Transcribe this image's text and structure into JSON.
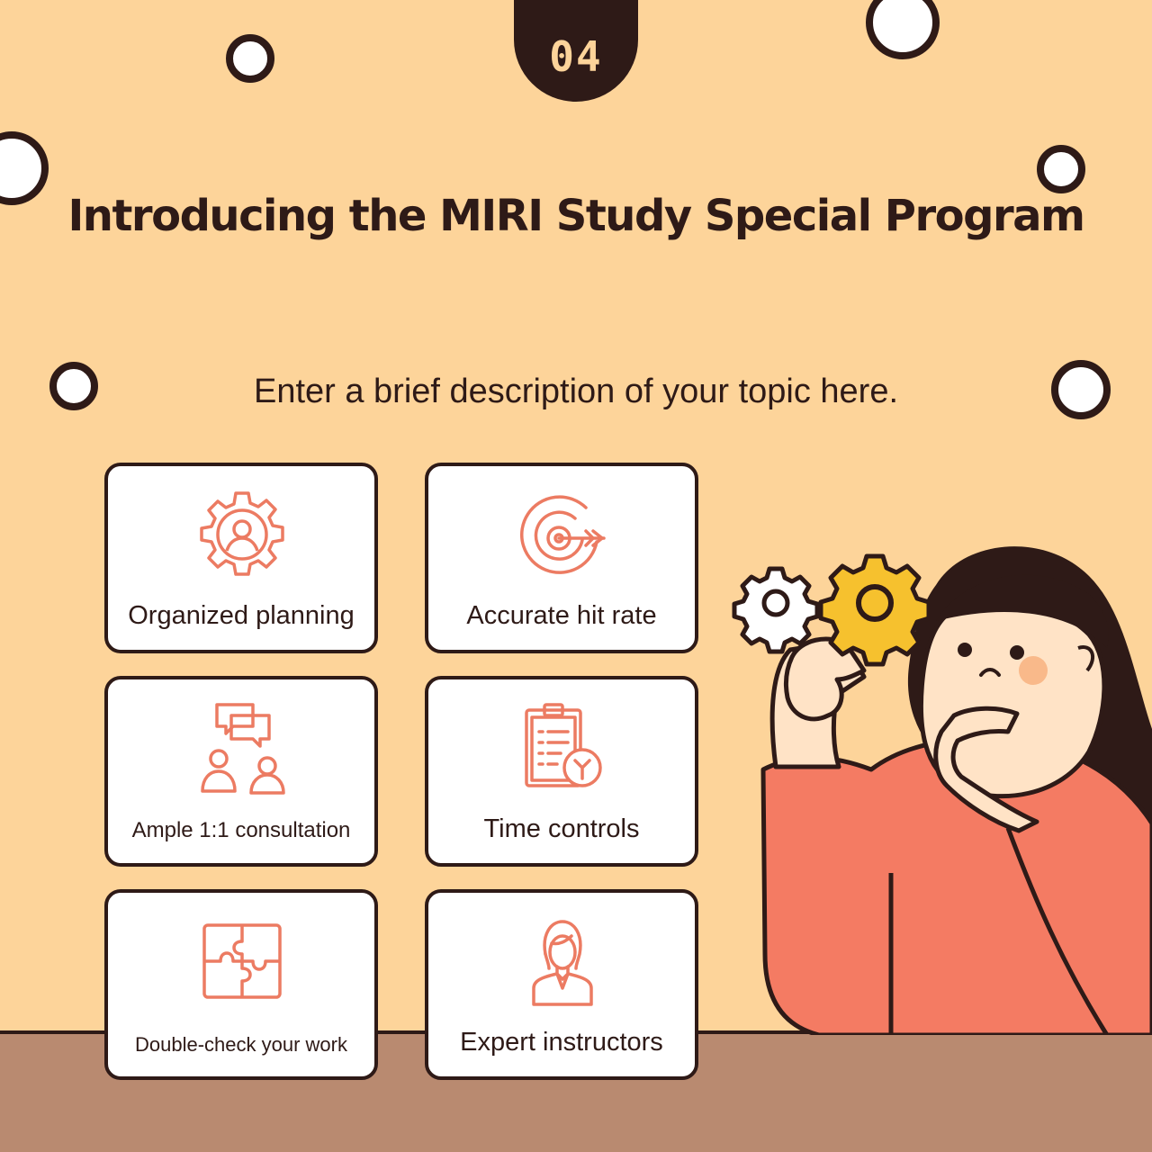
{
  "page_number": "04",
  "title": "Introducing the MIRI Study Special Program",
  "description": "Enter a brief description of your topic here.",
  "colors": {
    "background": "#FDD49A",
    "dark": "#2E1A17",
    "accent": "#EC7B62",
    "floor": "#B98A70",
    "gear_yellow": "#F6C12E"
  },
  "features": [
    {
      "label": "Organized planning",
      "icon": "gear-person-icon"
    },
    {
      "label": "Accurate hit rate",
      "icon": "target-icon"
    },
    {
      "label": "Ample 1:1 consultation",
      "icon": "consultation-icon"
    },
    {
      "label": "Time controls",
      "icon": "clipboard-clock-icon"
    },
    {
      "label": "Double-check your work",
      "icon": "puzzle-icon"
    },
    {
      "label": "Expert instructors",
      "icon": "instructor-icon"
    }
  ],
  "illustration": "thinking-woman-with-gears"
}
